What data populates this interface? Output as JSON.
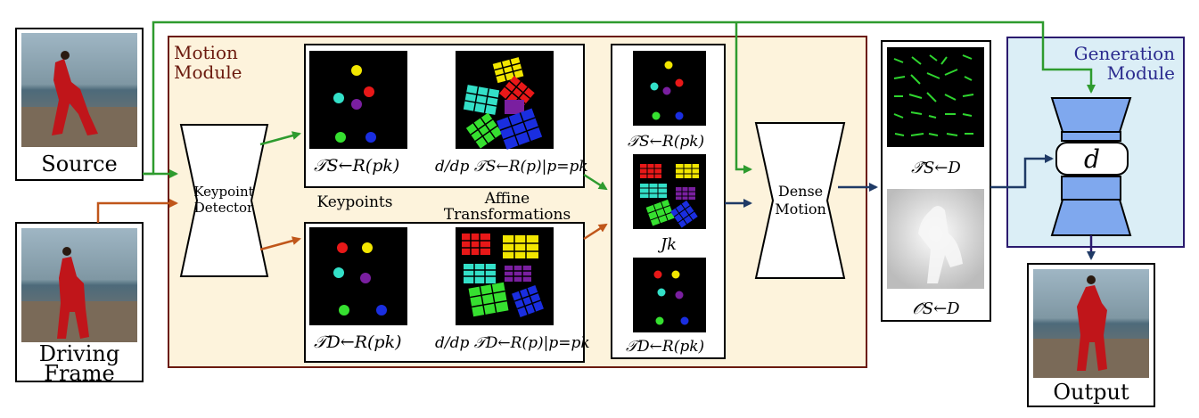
{
  "inputs": {
    "source_label": "Source",
    "driving_label_line1": "Driving",
    "driving_label_line2": "Frame"
  },
  "motion_module": {
    "title_line1": "Motion",
    "title_line2": "Module",
    "keypoint_detector_line1": "Keypoint",
    "keypoint_detector_line2": "Detector",
    "keypoints_caption": "Keypoints",
    "affine_caption_line1": "Affine",
    "affine_caption_line2": "Transformations",
    "top_keypoint_formula": "𝒯S←R(pk)",
    "top_affine_formula": "d/dp 𝒯S←R(p)|p=pk",
    "bottom_keypoint_formula": "𝒯D←R(pk)",
    "bottom_affine_formula": "d/dp 𝒯D←R(p)|p=pk",
    "jacobian_label": "Jk",
    "dense_motion_line1": "Dense",
    "dense_motion_line2": "Motion"
  },
  "outputs_of_motion": {
    "flow_label": "𝒯̂S←D",
    "occlusion_label": "𝒪̂S←D"
  },
  "generation_module": {
    "title_line1": "Generation",
    "title_line2": "Module",
    "bottleneck_label": "d"
  },
  "output": {
    "label": "Output"
  },
  "colors": {
    "motion_module_fill": "#fdf3dc",
    "motion_module_border": "#6b1a0e",
    "motion_module_title": "#6b1a0e",
    "generation_module_fill": "#dbeef6",
    "generation_module_border": "#2a1a6e",
    "generation_module_title": "#2a2a8e",
    "source_arrow": "#2e9b2e",
    "driving_arrow": "#c0561a",
    "flow_arrow": "#1f3a66",
    "decoder_fill": "#7fa8ee"
  }
}
